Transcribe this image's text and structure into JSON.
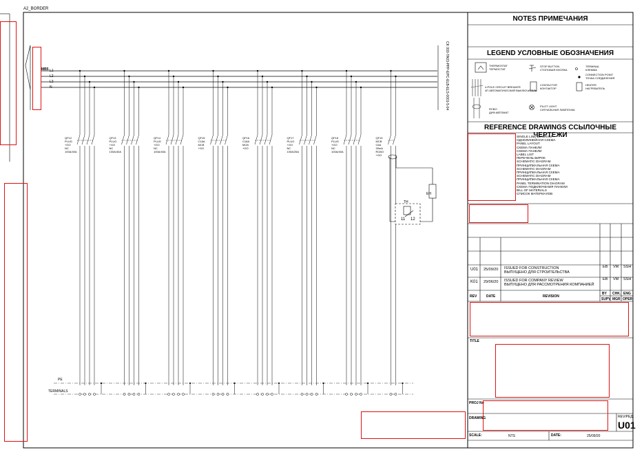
{
  "sheet": {
    "border_label": "A2_BORDER"
  },
  "bus": {
    "supply_ref": "MB5",
    "phases": [
      "L1",
      "L2",
      "L3",
      "N"
    ],
    "cable_ref": "CK 000-TA03-PPP-EPC-ELB-ELS-0001-5-04",
    "pe_label": "PE",
    "terminals_label": "TERMINALS"
  },
  "breakers": [
    {
      "label": "QF12",
      "desc": [
        "PLUG",
        "+GO",
        "NC",
        "100A/40A"
      ]
    },
    {
      "label": "QF13",
      "desc": [
        "PLUG",
        "+GO",
        "NC",
        "100A/40A"
      ]
    },
    {
      "label": "QF14",
      "desc": [
        "PLUG",
        "+GO",
        "NC",
        "100A/40A"
      ]
    },
    {
      "label": "QF15",
      "desc": [
        "C16A",
        "MCB",
        "+GO"
      ]
    },
    {
      "label": "QF16",
      "desc": [
        "C16A",
        "MCB",
        "+GO"
      ]
    },
    {
      "label": "QF17",
      "desc": [
        "PLUG",
        "+GO",
        "NC",
        "100A/25A"
      ]
    },
    {
      "label": "QF18",
      "desc": [
        "PLUG",
        "+GO",
        "NC",
        "100A/40A"
      ]
    },
    {
      "label": "QF19",
      "desc": [
        "MCB",
        "C6A",
        "30mA",
        "RCBO",
        "+GO"
      ]
    }
  ],
  "control": {
    "heater_label": "EH",
    "thermostat_label": "TH",
    "contact_numbers": [
      "11",
      "12"
    ]
  },
  "notes": {
    "title": "NOTES   ПРИМЕЧАНИЯ"
  },
  "legend": {
    "title": "LEGEND   УСЛОВНЫЕ ОБОЗНАЧЕНИЯ",
    "items": [
      {
        "name": "THERMOSTAT",
        "name_ru": "ТЕРМОСТАТ"
      },
      {
        "name": "STOP BUTTON",
        "name_ru": "СТОПОВАЯ КНОПКА"
      },
      {
        "name": "TERMINAL",
        "name_ru": "КЛЕММА"
      },
      {
        "name": "CONNECTION POINT",
        "name_ru": "ТОЧКА СОЕДИНЕНИЯ"
      },
      {
        "name": "4-POLE CIRCUIT BREAKER",
        "name_ru": "4П АВТОМАТИЧЕСКИЙ ВЫКЛЮЧАТЕЛЬ"
      },
      {
        "name": "CONTACTOR",
        "name_ru": "КОНТАКТОР"
      },
      {
        "name": "HEATER",
        "name_ru": "НАГРЕВАТЕЛЬ"
      },
      {
        "name": "RCBO",
        "name_ru": "ДИФ.АВТОМАТ"
      },
      {
        "name": "PILOT LIGHT",
        "name_ru": "СИГНАЛЬНАЯ ЛАМПОЧКА"
      }
    ]
  },
  "reference": {
    "title": "REFERENCE DRAWINGS   ССЫЛОЧНЫЕ ЧЕРТЕЖИ",
    "items": [
      "SINGLE LINE DIAGRAM",
      "ОДНОЛИНЕЙНАЯ СХЕМА",
      "PANEL LAYOUT",
      "СХЕМА ПАНЕЛИ",
      "СХЕМА ПАНЕЛИ",
      "LABEL LIST",
      "ПЕРЕЧЕНЬ БИРОК",
      "SCHEMATIC DIAGRAM",
      "ПРИНЦИПИАЛЬНАЯ СХЕМА",
      "SCHEMATIC DIAGRAM",
      "ПРИНЦИПИАЛЬНАЯ СХЕМА",
      "SCHEMATIC DIAGRAM",
      "ПРИНЦИПИАЛЬНАЯ СХЕМА",
      "PANEL TERMINATION DIAGRAM",
      "СХЕМА ПОДКЛЮЧЕНИЯ ПАНЕЛИ",
      "BILL OF MATERIALS",
      "СПИСОК МАТЕРИАЛОВ"
    ]
  },
  "revisions": {
    "rows": [
      {
        "rev": "U01",
        "date": "25/09/20",
        "text1": "ISSUED FOR CONSTRUCTION",
        "text2": "ВЫПУЩЕНО ДЛЯ СТРОИТЕЛЬСТВА",
        "by": "EB",
        "chk": "VM",
        "eng": "SSH"
      },
      {
        "rev": "K01",
        "date": "29/06/20",
        "text1": "ISSUED FOR COMPANY REVIEW",
        "text2": "ВЫПУЩЕНО ДЛЯ РАССМОТРЕНИЯ КОМПАНИЕЙ",
        "by": "EB",
        "chk": "VM",
        "eng": "SSH"
      }
    ],
    "headers": {
      "rev": "REV",
      "date": "DATE",
      "revision": "REVISION",
      "by": "BY",
      "supv": "SUPV",
      "chk": "CHK.",
      "mgr": "MGR",
      "eng": "ENG",
      "oper": "OPER"
    }
  },
  "titleblock": {
    "title_label": "TITLE",
    "proj_label": "PROJ No",
    "drawing_label": "DRAWING",
    "revision_label": "REV/РЕД.",
    "revision_value": "U01",
    "scale_label": "SCALE:",
    "scale_value": "NTS",
    "date_label": "DATE:",
    "date_value": "25/09/20"
  }
}
